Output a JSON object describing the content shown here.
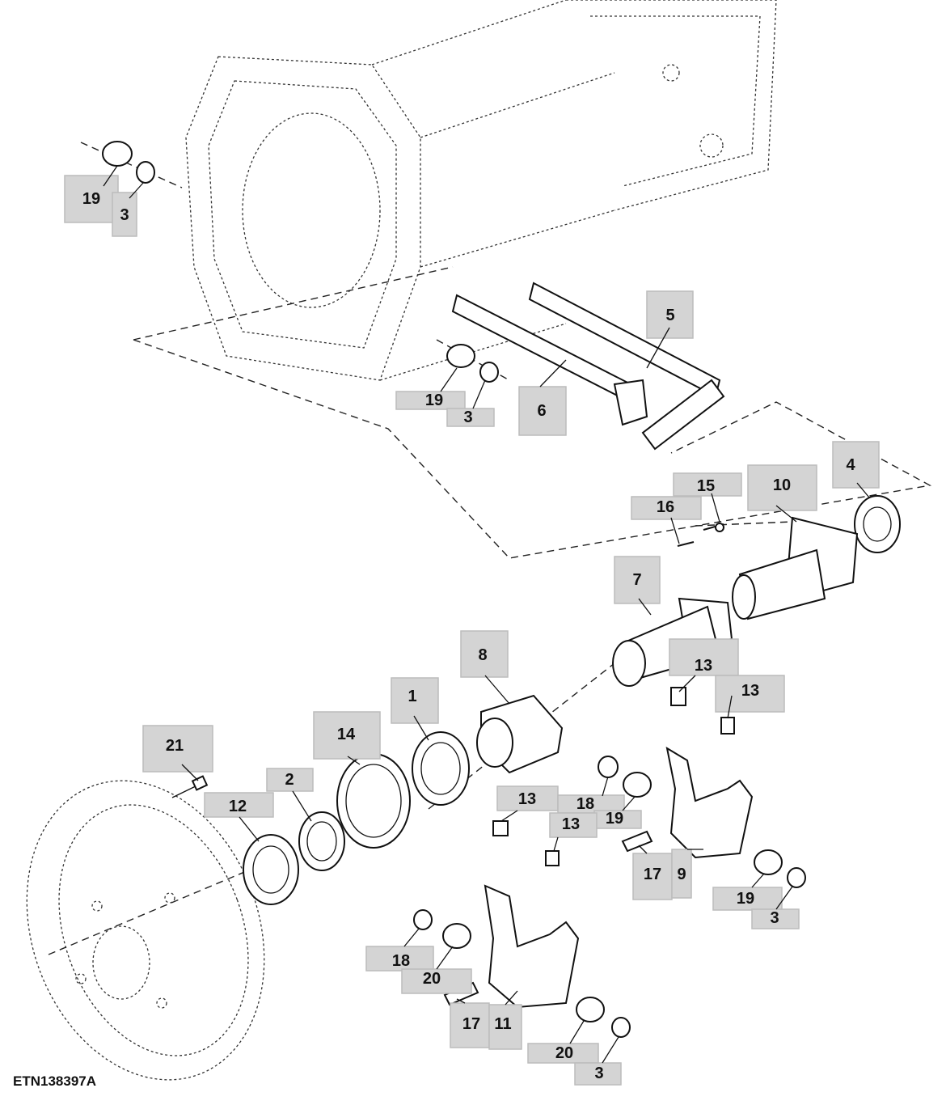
{
  "figure": {
    "id_label": "ETN138397A",
    "callouts": [
      "19",
      "3",
      "5",
      "19",
      "3",
      "6",
      "4",
      "10",
      "15",
      "16",
      "7",
      "8",
      "13",
      "13",
      "1",
      "14",
      "21",
      "2",
      "12",
      "13",
      "18",
      "19",
      "13",
      "17",
      "9",
      "19",
      "3",
      "18",
      "20",
      "17",
      "11",
      "20",
      "3"
    ]
  }
}
